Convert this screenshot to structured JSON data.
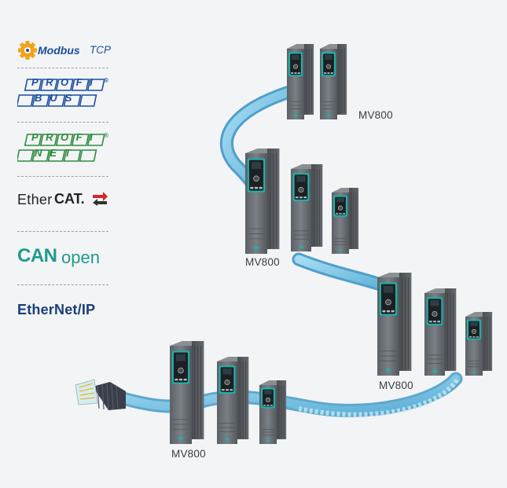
{
  "protocols": [
    {
      "id": "modbus",
      "text_a": "Modbus",
      "text_b": "TCP",
      "color": "#1b4fa0"
    },
    {
      "id": "profibus",
      "text_a": "PROFI",
      "text_b": "BUS",
      "color": "#1b4fa0"
    },
    {
      "id": "profinet",
      "text_a": "PROFI",
      "text_b": "NET",
      "color": "#2e8b3e"
    },
    {
      "id": "ethercat",
      "text_a": "Ether",
      "text_b": "CAT.",
      "color": "#222222",
      "accent": "#d4262c"
    },
    {
      "id": "canopen",
      "text_a": "CAN",
      "text_b": "open",
      "color": "#1f9a8a"
    },
    {
      "id": "ethernetip",
      "text_a": "EtherNet/IP",
      "text_b": "",
      "color": "#1a3f78"
    }
  ],
  "drive_groups": [
    {
      "label": "MV800"
    },
    {
      "label": "MV800"
    },
    {
      "label": "MV800"
    },
    {
      "label": "MV800"
    }
  ],
  "colors": {
    "background": "#f3f4f6",
    "cable": "#7cc4e4",
    "cable_dark": "#3b86b8",
    "drive_body": "#6d7276",
    "drive_dark": "#3f4346",
    "drive_panel_accent": "#19b5ad",
    "connector": "#3a3e4a"
  }
}
